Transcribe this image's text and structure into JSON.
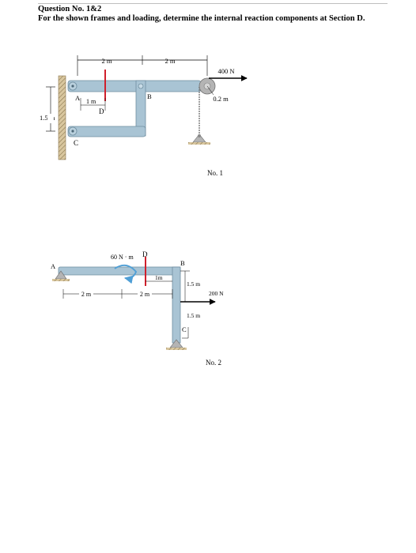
{
  "header": {
    "question_no": "Question No. 1&2",
    "question_text": "For the shown frames and loading, determine the internal reaction components at Section D."
  },
  "figure1": {
    "dim_top_left": "2 m",
    "dim_top_right": "2 m",
    "load": "400 N",
    "pulley_radius": "0.2 m",
    "dim_left_vertical": "1.5 m",
    "dim_1m": "1 m",
    "label_a": "A",
    "label_b": "B",
    "label_c": "C",
    "label_d": "D",
    "caption": "No. 1"
  },
  "figure2": {
    "moment": "60 N · m",
    "label_d": "D",
    "label_a": "A",
    "label_b": "B",
    "label_c": "C",
    "dim_1m": "1m",
    "dim_2m_left": "2 m",
    "dim_2m_right": "2 m",
    "dim_15m_upper": "1.5 m",
    "dim_15m_lower": "1.5 m",
    "load": "200 N",
    "caption": "No. 2"
  },
  "colors": {
    "frame": "#a9c4d4",
    "frame_edge": "#6f8ea0",
    "section_cut": "#d0202c",
    "moment_arrow": "#4f9fd6",
    "wall": "#c9b48a"
  }
}
